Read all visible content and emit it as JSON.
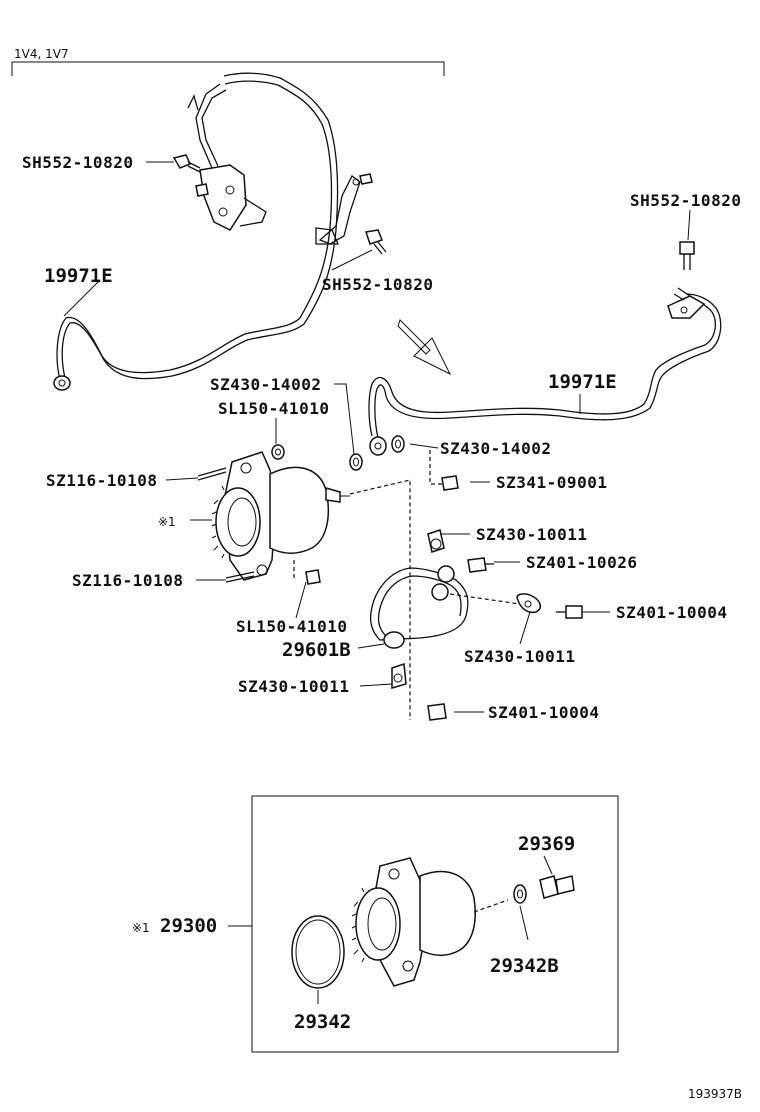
{
  "header": {
    "variant": "1V4, 1V7"
  },
  "footer": {
    "figure_id": "193937B"
  },
  "labels": {
    "sh552_top_left": "SH552-10820",
    "sh552_mid": "SH552-10820",
    "sh552_right": "SH552-10820",
    "p19971e_left": "19971E",
    "p19971e_right": "19971E",
    "sz430_14002_a": "SZ430-14002",
    "sz430_14002_b": "SZ430-14002",
    "sl150_top": "SL150-41010",
    "sl150_bottom": "SL150-41010",
    "sz116_top": "SZ116-10108",
    "sz116_bottom": "SZ116-10108",
    "ref_mark_pump": "※1",
    "sz341": "SZ341-09001",
    "sz430_10011_a": "SZ430-10011",
    "sz430_10011_b": "SZ430-10011",
    "sz430_10011_c": "SZ430-10011",
    "sz401_10026": "SZ401-10026",
    "sz401_10004_a": "SZ401-10004",
    "sz401_10004_b": "SZ401-10004",
    "p29601b": "29601B",
    "p29369": "29369",
    "p29342b": "29342B",
    "p29342": "29342",
    "p29300_mark": "※1",
    "p29300": "29300"
  }
}
